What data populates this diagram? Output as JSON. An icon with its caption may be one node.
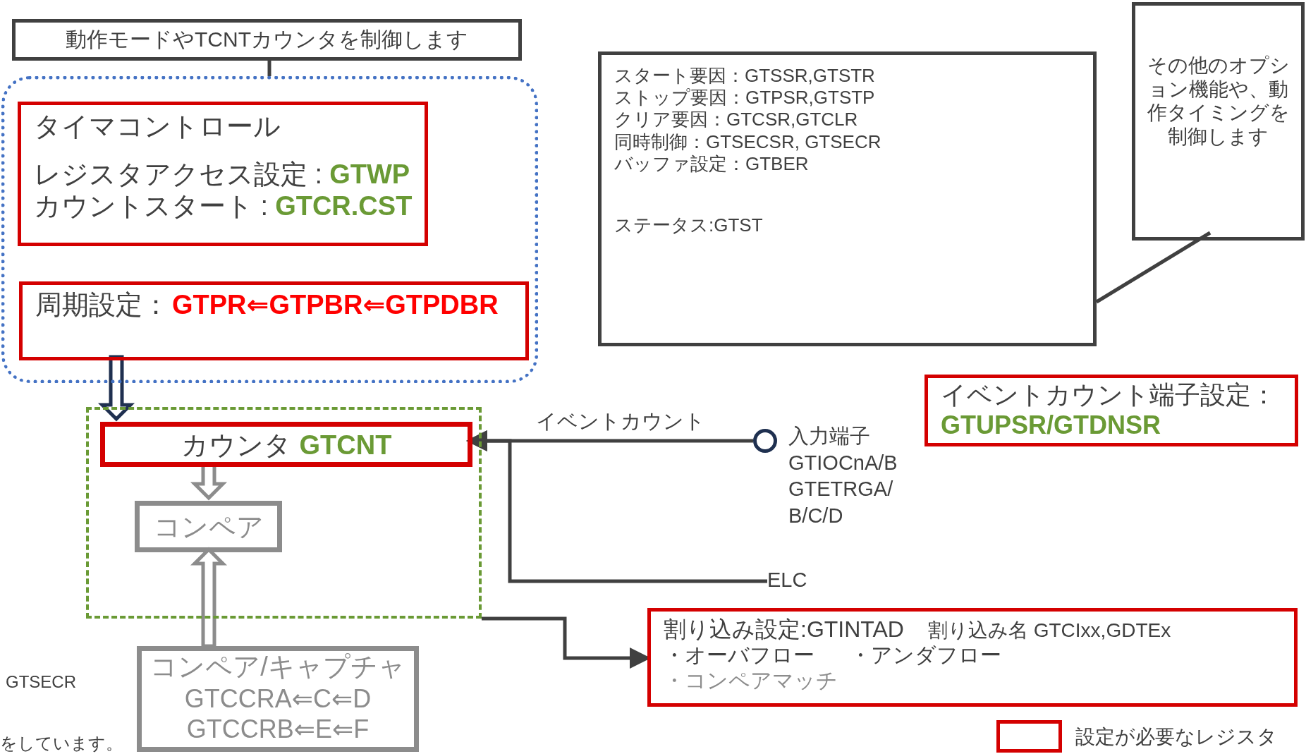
{
  "diagram": {
    "nodes": [
      {
        "text": [
          "動作モードやTCNTカウンタを制御します"
        ]
      },
      {
        "text": [],
        "shape": "box"
      },
      {
        "text": [
          "タイマコントロール",
          "レジスタアクセス設定 :",
          "GTWP",
          "カウントスタート :",
          "GTCR.CST"
        ],
        "in": 1
      },
      {
        "text": [
          "周期設定：",
          "GTPR⇐GTPBR⇐GTPDBR"
        ],
        "in": 1
      },
      {
        "text": [],
        "shape": "box"
      },
      {
        "text": [
          "カウンタ",
          "GTCNT"
        ],
        "in": 4
      },
      {
        "text": [
          "コンペア"
        ],
        "in": 4
      },
      {
        "text": [
          "コンペア/キャプチャ",
          "GTCCRA⇐C⇐D",
          "GTCCRB⇐E⇐F"
        ]
      },
      {
        "text": [
          "スタート要因：GTSSR,GTSTR",
          "ストップ要因：GTPSR,GTSTP",
          "クリア要因：GTCSR,GTCLR",
          "同時制御：GTSECSR, GTSECR",
          "バッファ設定：GTBER",
          "ステータス:GTST"
        ]
      },
      {
        "text": [
          "その他のオプション機能や、動作タイミングを制御します"
        ]
      },
      {
        "text": [],
        "shape": "circle",
        "beside": [
          "入力端子",
          "GTIOCnA/B",
          "GTETRGA/ B/C/D"
        ]
      },
      {
        "text": [
          "ELC"
        ]
      },
      {
        "text": [
          "イベントカウント端子設定：",
          "GTUPSR/GTDNSR"
        ]
      },
      {
        "text": [
          "割り込み設定:GTINTAD",
          "割り込み名 GTCIxx,GDTEx",
          "・オーバフロー",
          "・アンダフロー",
          "・コンペアマッチ"
        ]
      }
    ],
    "edges": [
      {
        "from": 0,
        "to": 1,
        "arrow": "none"
      },
      {
        "from": 3,
        "to": 5,
        "arrow": "to",
        "style": "thick",
        "color": "#1f3050"
      },
      {
        "from": 5,
        "to": 6,
        "arrow": "to",
        "style": "thick",
        "color": "#8c8c8c"
      },
      {
        "from": 7,
        "to": 6,
        "arrow": "to",
        "style": "thick",
        "color": "#8c8c8c"
      },
      {
        "from": 10,
        "to": 5,
        "arrow": "to",
        "label": "イベントカウント"
      },
      {
        "from": 11,
        "to": 5,
        "arrow": "to"
      },
      {
        "from": 4,
        "to": 13,
        "arrow": "to"
      },
      {
        "from": 9,
        "to": 8,
        "arrow": "none"
      }
    ],
    "labels": [
      "GTSECR",
      "をしています。"
    ],
    "legend": [
      {
        "text": "設定が必要なレジスタ"
      }
    ]
  }
}
